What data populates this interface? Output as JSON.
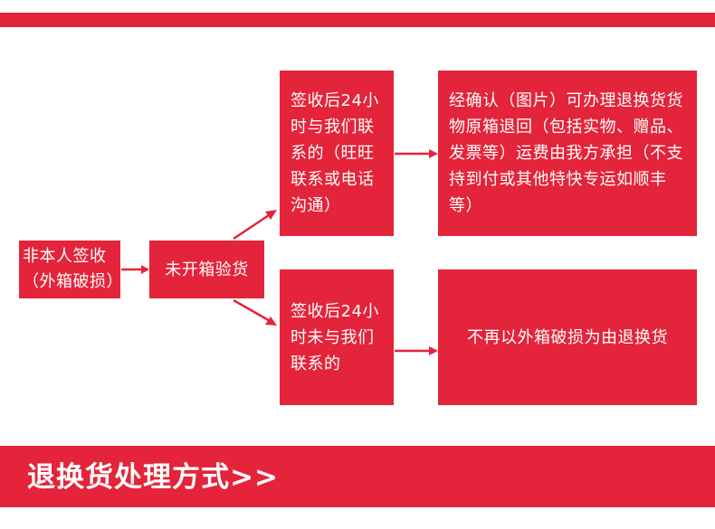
{
  "colors": {
    "accent": "#e3243a",
    "text_on_accent": "#ffffff"
  },
  "flow": {
    "start": "非本人签收（外箱破损）",
    "step": "未开箱验货",
    "branch_contacted": "签收后24小时与我们联系的（旺旺联系或电话沟通）",
    "result_contacted": "经确认（图片）可办理退换货货物原箱退回（包括实物、赠品、发票等）运费由我方承担（不支持到付或其他特快专运如顺丰等）",
    "branch_not_contacted": "签收后24小时未与我们联系的",
    "result_not_contacted": "不再以外箱破损为由退换货"
  },
  "footer": {
    "title": "退换货处理方式>>"
  }
}
